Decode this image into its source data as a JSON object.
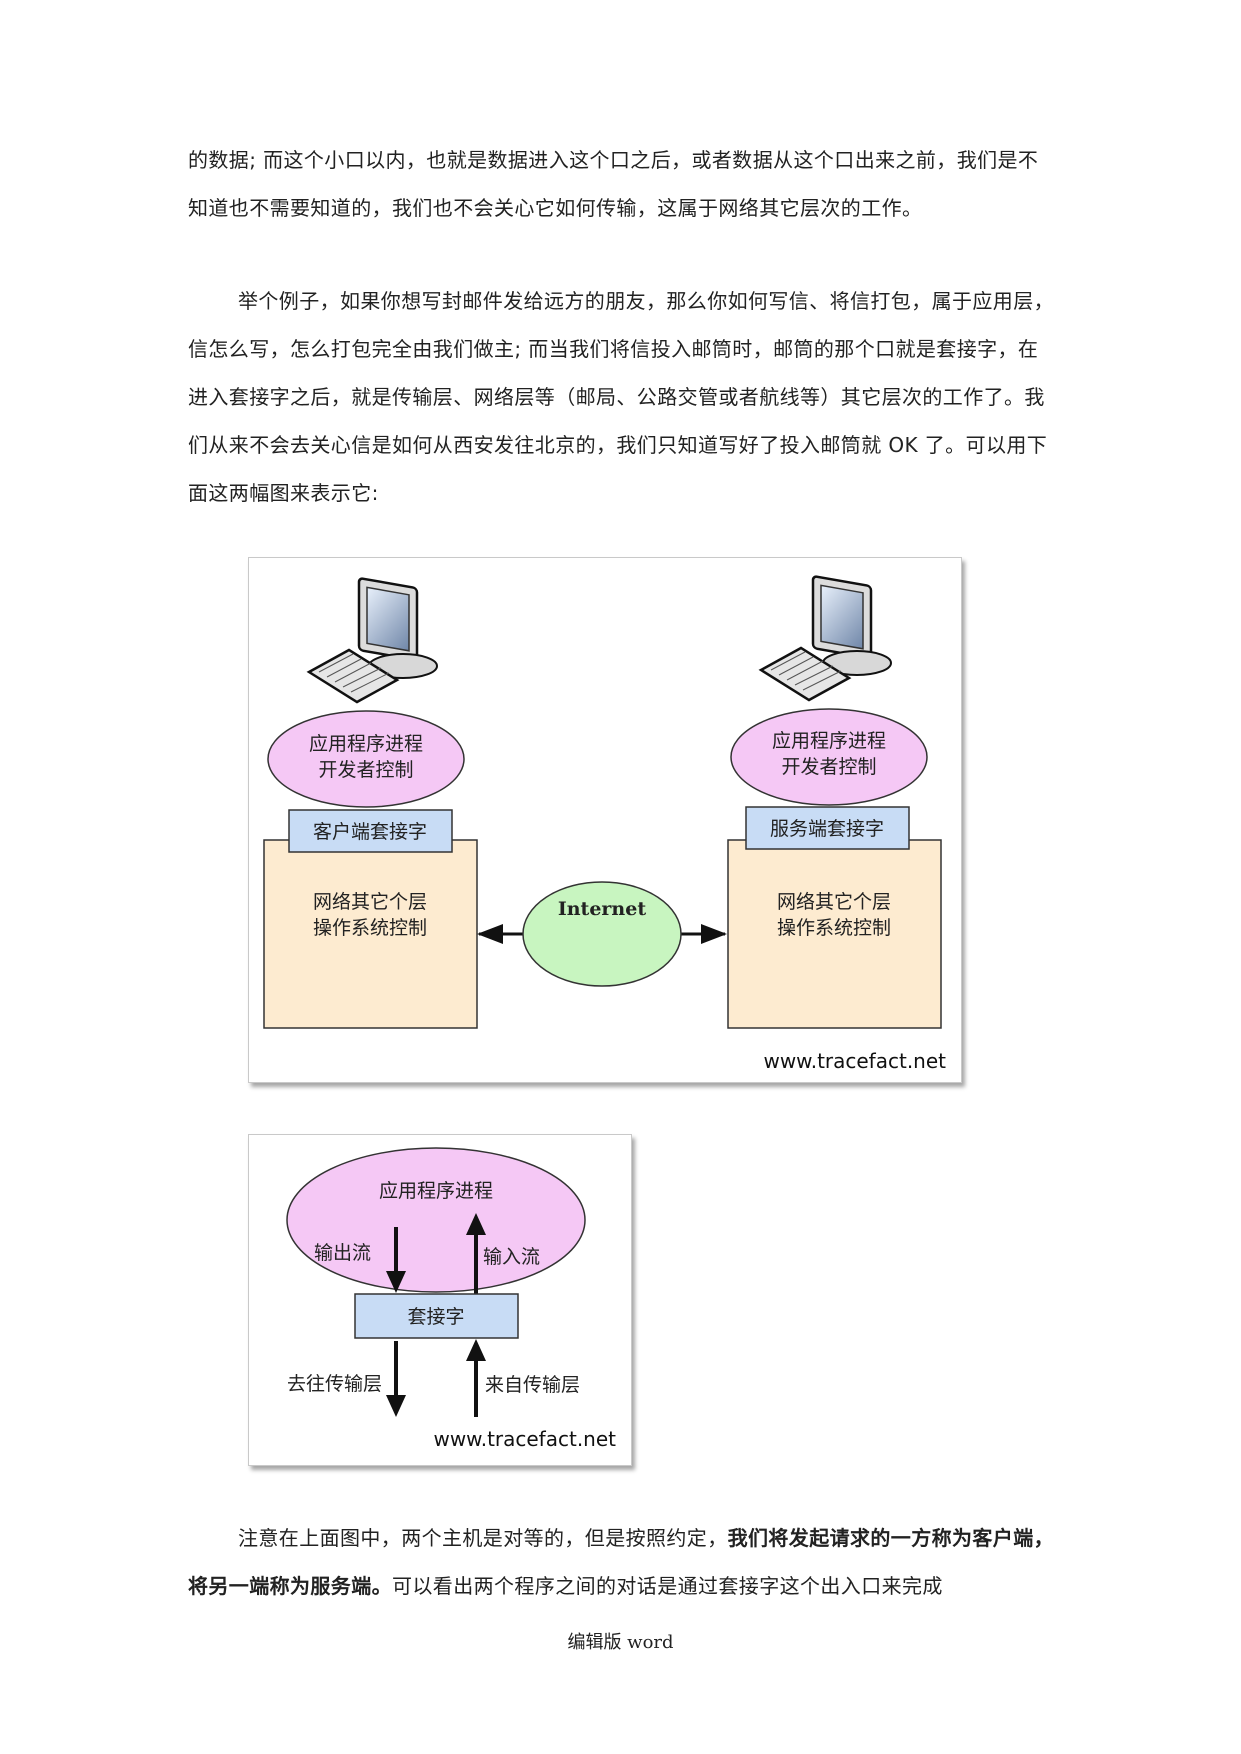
{
  "paragraphs": {
    "p1": "的数据; 而这个小口以内，也就是数据进入这个口之后，或者数据从这个口出来之前，我们是不知道也不需要知道的，我们也不会关心它如何传输，这属于网络其它层次的工作。",
    "p2": "举个例子，如果你想写封邮件发给远方的朋友，那么你如何写信、将信打包，属于应用层，信怎么写，怎么打包完全由我们做主; 而当我们将信投入邮筒时，邮筒的那个口就是套接字，在进入套接字之后，就是传输层、网络层等（邮局、公路交管或者航线等）其它层次的工作了。我们从来不会去关心信是如何从西安发往北京的，我们只知道写好了投入邮筒就 OK 了。可以用下面这两幅图来表示它:",
    "p3_normal": "注意在上面图中，两个主机是对等的，但是按照约定，",
    "p3_bold": "我们将发起请求的一方称为客户端，将另一端称为服务端。",
    "p3_tail": "可以看出两个程序之间的对话是通过套接字这个出入口来完成"
  },
  "figure1": {
    "left_process_line1": "应用程序进程",
    "left_process_line2": "开发者控制",
    "left_socket": "客户端套接字",
    "left_os_line1": "网络其它个层",
    "left_os_line2": "操作系统控制",
    "internet": "Internet",
    "right_process_line1": "应用程序进程",
    "right_process_line2": "开发者控制",
    "right_socket": "服务端套接字",
    "right_os_line1": "网络其它个层",
    "right_os_line2": "操作系统控制",
    "watermark": "www.tracefact.net"
  },
  "figure2": {
    "process": "应用程序进程",
    "output_stream": "输出流",
    "input_stream": "输入流",
    "socket": "套接字",
    "to_transport": "去往传输层",
    "from_transport": "来自传输层",
    "watermark": "www.tracefact.net"
  },
  "footer": "编辑版 word",
  "colors": {
    "process_fill": "#f5c8f5",
    "socket_fill": "#c8dcf5",
    "os_fill": "#fdebd0",
    "internet_fill": "#c8f5c0"
  }
}
